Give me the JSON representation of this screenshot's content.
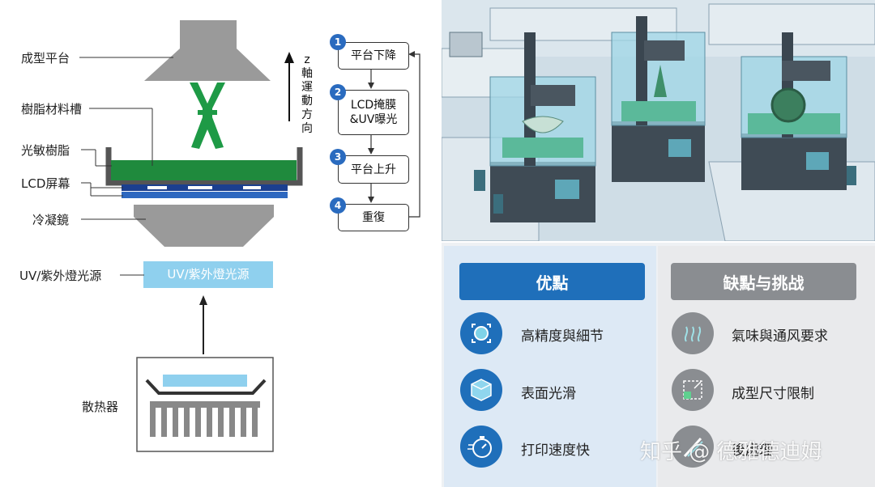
{
  "diagram": {
    "labels": {
      "platform": "成型平台",
      "vat": "樹脂材料槽",
      "resin": "光敏樹脂",
      "lcd": "LCD屏幕",
      "condenser": "冷凝鏡",
      "uv_source_left": "UV/紫外燈光源",
      "heatsink": "散热器"
    },
    "uv_box_text": "UV/紫外燈光源",
    "z_axis": [
      "z",
      "軸",
      "運",
      "動",
      "方",
      "向"
    ]
  },
  "flow": {
    "steps": [
      {
        "num": "1",
        "label": "平台下降"
      },
      {
        "num": "2",
        "label_line1": "LCD掩膜",
        "label_line2": "&UV曝光"
      },
      {
        "num": "3",
        "label": "平台上升"
      },
      {
        "num": "4",
        "label": "重復"
      }
    ]
  },
  "comparison": {
    "advantages": {
      "title": "优點",
      "items": [
        {
          "icon": "lens-icon",
          "text": "高精度與細节"
        },
        {
          "icon": "cube-icon",
          "text": "表面光滑"
        },
        {
          "icon": "stopwatch-icon",
          "text": "打印速度快"
        }
      ]
    },
    "disadvantages": {
      "title": "缺點与挑战",
      "items": [
        {
          "icon": "odor-icon",
          "text": "氣味與通风要求"
        },
        {
          "icon": "build-size-icon",
          "text": "成型尺寸限制"
        },
        {
          "icon": "tool-icon",
          "text": "後處理"
        }
      ]
    }
  },
  "watermark": "知乎 @ 德雅德迪姆",
  "colors": {
    "accent_blue": "#1f6fba",
    "disadvantage_gray": "#8a8d91",
    "resin_green": "#1e8a3c",
    "uv_light_blue": "#8fd0ee"
  }
}
